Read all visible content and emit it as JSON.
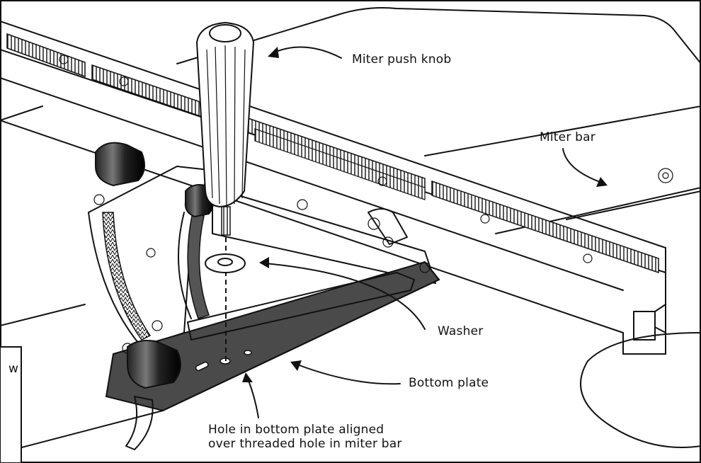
{
  "callouts": {
    "miter_push_knob": "Miter push knob",
    "miter_bar": "Miter bar",
    "washer": "Washer",
    "bottom_plate": "Bottom plate",
    "hole_line1": "Hole in bottom plate aligned",
    "hole_line2": "over threaded hole in miter bar",
    "left_fragment": "w"
  }
}
